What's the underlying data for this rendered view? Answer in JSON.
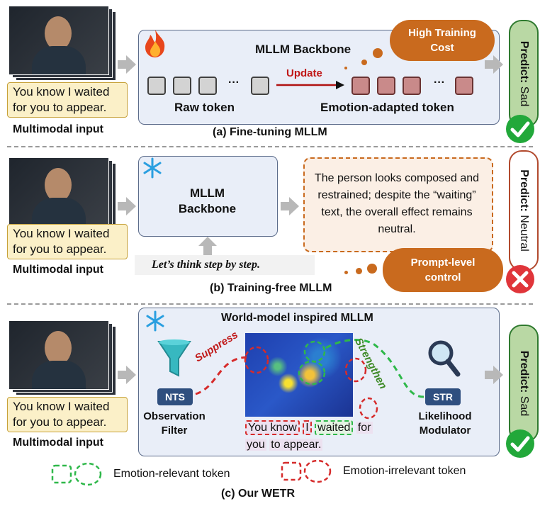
{
  "panel_a": {
    "backbone_title": "MLLM Backbone",
    "update_label": "Update",
    "ellipsis": "···",
    "raw_token_label": "Raw token",
    "emotion_token_label": "Emotion-adapted token",
    "cloud_text": "High Training Cost",
    "predict_label": "Predict:",
    "predict_value": "Sad",
    "caption": "(a) Fine-tuning MLLM"
  },
  "panel_b": {
    "backbone_line1": "MLLM",
    "backbone_line2": "Backbone",
    "prompt": "Let’s think step by step.",
    "reasoning": "The person looks composed and restrained; despite the “waiting” text, the overall effect remains neutral.",
    "cloud_text": "Prompt-level control",
    "predict_label": "Predict:",
    "predict_value": "Neutral",
    "caption": "(b) Training-free MLLM"
  },
  "panel_c": {
    "title": "World-model inspired MLLM",
    "suppress_label": "Suppress",
    "strengthen_label": "Strengthen",
    "nts_label": "NTS",
    "str_label": "STR",
    "observation_filter": "Observation Filter",
    "likelihood_modulator": "Likelihood Modulator",
    "utterance_tokens": [
      "You know",
      "I",
      "waited",
      "for",
      "you",
      "to appear."
    ],
    "predict_label": "Predict:",
    "predict_value": "Sad",
    "caption": "(c) Our WETR"
  },
  "input": {
    "utterance": "You know I waited for you to appear.",
    "label": "Multimodal input"
  },
  "legend": {
    "relevant": "Emotion-relevant token",
    "irrelevant": "Emotion-irrelevant token"
  },
  "colors": {
    "green": "#2fb84a",
    "red": "#d62b2b",
    "orange": "#c96a1e",
    "panel_fill": "#e9eef8",
    "panel_border": "#5b6b8a"
  }
}
